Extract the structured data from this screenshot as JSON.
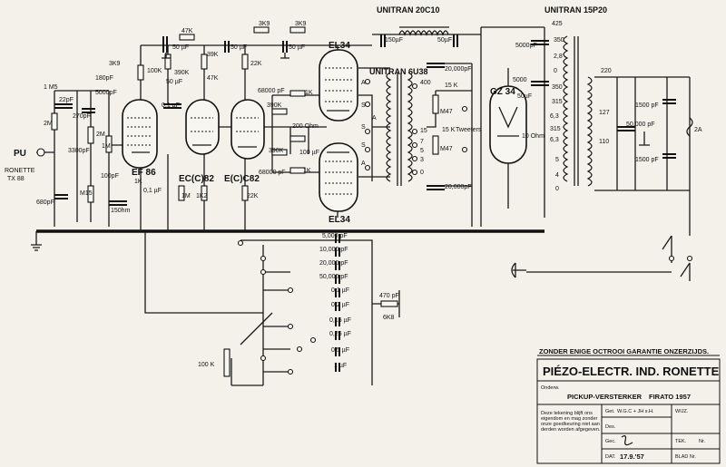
{
  "transformers": {
    "choke": "UNITRAN 20C10",
    "power": "UNITRAN 15P20",
    "output": "UNITRAN 6U38"
  },
  "tubes": {
    "ef86": "EF 86",
    "ecc82a": "EC(C)82",
    "ecc82b": "E(C)C82",
    "el34a": "EL34",
    "el34b": "EL34",
    "gz34": "GZ 34"
  },
  "input": {
    "pu": "PU",
    "ronette_line1": "RONETTE",
    "ronette_line2": "TX 88"
  },
  "labels": {
    "r_1m5": "1 M5",
    "c_22pf": "22pF",
    "r_2m": "2M",
    "c_270pf": "270pF",
    "r_2m_b": "2M",
    "c_3300pf": "3300pF",
    "c_5000pf": "5000pF",
    "c_180pf": "180pF",
    "r_1m": "1M",
    "r_m15": "M15",
    "c_680pf": "680pF",
    "c_100pf": "100pF",
    "r_1k_a": "1K",
    "r_150ohm": "150hm",
    "c_01uf_a": "0,1 µF",
    "c_01uf_b": "0,1 µF",
    "r_3k9_a": "3K9",
    "r_100k": "100K",
    "r_47k": "47K",
    "c_50uf_a": "50 µF",
    "r_39k": "39K",
    "r_390k": "390K",
    "c_50uf_b": "50 µF",
    "r_47k_b": "47K",
    "c_50uf_c": "50 µF",
    "r_22k": "22K",
    "r_3k9_b": "3K9",
    "r_3k9_c": "3K9",
    "c_50uf_d": "50 µF",
    "r_1m_b": "1M",
    "r_1k2": "1K2",
    "r_22k_b": "22K",
    "c_68000pf_a": "68000 pF",
    "r_390k_a": "390K",
    "r_1k_b": "1K",
    "r_200ohm": "200 Ohm",
    "c_100uf": "100 µF",
    "r_390k_b": "390K",
    "c_68000pf_b": "68000 pF",
    "r_1k_c": "1K",
    "c_150uf": "150µF",
    "c_50uf_e": "50µF",
    "c_20000pf_a": "20,000pF",
    "r_15k": "15 K",
    "r_m47_a": "M47",
    "r_15k_b": "15 K",
    "tweeters": "Tweeters",
    "r_m47_b": "M47",
    "c_20000pf_b": "20,000pF",
    "t_400": "400",
    "t_15": "15",
    "t_7": "7",
    "t_5": "5",
    "t_3": "3",
    "t_0": "0",
    "t_a1": "A",
    "t_a2": "A",
    "t_a3": "A",
    "t_s1": "S",
    "t_s2": "S",
    "t_s3": "S",
    "pt_425": "425",
    "pt_350a": "350",
    "pt_28": "2,8",
    "pt_0a": "0",
    "pt_350b": "350",
    "pt_315": "315",
    "pt_5": "5",
    "pt_4": "4",
    "pt_0b": "0",
    "pt_315b": "315",
    "pt_63a": "6,3",
    "pt_63b": "6,3",
    "c_5000pf_a": "5000pF",
    "c_5000pf_b": "5000",
    "c_10ohm": "10 Ohm",
    "c_50uf_f": "50µF",
    "m_220": "220",
    "m_127": "127",
    "m_110": "110",
    "c_1500pf_a": "1500 pF",
    "c_1500pf_b": "1500 pF",
    "c_50000pf": "50,000 pF",
    "fuse": "2A",
    "sw_5000pf": "5,000 pF",
    "sw_10000pf": "10,000 pF",
    "sw_20000pf": "20,000 pF",
    "sw_50000pf": "50,000 pF",
    "sw_01uf": "0,1 µF",
    "sw_02uf": "0,2 µF",
    "sw_015uf": "0,15 µF",
    "sw_025uf": "0,25 µF",
    "sw_05uf": "0,5 µF",
    "sw_1uf": "1 µF",
    "sw_470pf": "470 pF",
    "sw_6k8": "6K8",
    "sw_100k": "100 K"
  },
  "title_block": {
    "notice": "ZONDER ENIGE OCTROOI GARANTIE ONZERZIJDS.",
    "title": "PIÉZO-ELECTR. IND. RONETTE",
    "onderw_label": "Onderw.",
    "subject": "PICKUP-VERSTERKER",
    "event": "FIRATO 1957",
    "disclaimer_l1": "Deze tekening blijft ons",
    "disclaimer_l2": "eigendom en mag zonder",
    "disclaimer_l3": "onze goedkeuring niet aan",
    "disclaimer_l4": "derden worden afgegeven.",
    "get_label": "Get.",
    "get_value": "W.G.C + JH s.H.",
    "gec_label": "Gec.",
    "dat_label": "DAT.",
    "dat_value": "17.9.'57",
    "wijz_label": "WIJZ.",
    "tek_label": "TEK.",
    "tek_nr": "Nr.",
    "blad_label": "BLAD Nr.",
    "des_label": "Des."
  }
}
